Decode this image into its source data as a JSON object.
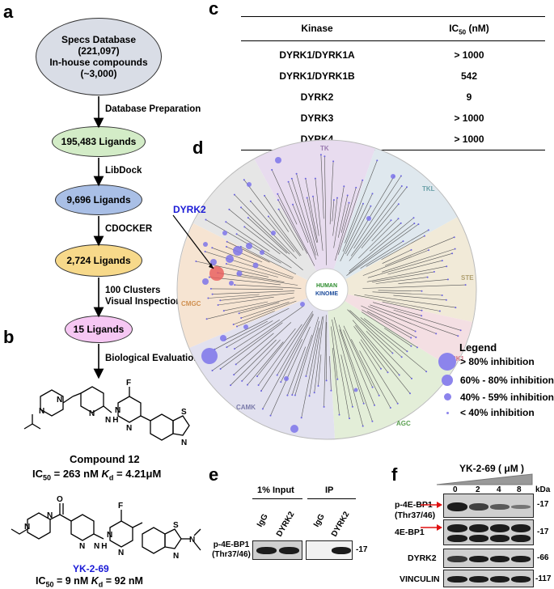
{
  "panels": {
    "a": "a",
    "b": "b",
    "c": "c",
    "d": "d",
    "e": "e",
    "f": "f"
  },
  "flow": {
    "nodes": [
      {
        "lines": [
          "Specs Database",
          "(221,097)",
          "In-house compounds",
          "(~3,000)"
        ],
        "color": "#d9dde6"
      },
      {
        "lines": [
          "195,483 Ligands"
        ],
        "color": "#d3ecc7"
      },
      {
        "lines": [
          "9,696 Ligands"
        ],
        "color": "#a9bfe6"
      },
      {
        "lines": [
          "2,724 Ligands"
        ],
        "color": "#f7d98a"
      },
      {
        "lines": [
          "15 Ligands"
        ],
        "color": "#f6c7f3"
      }
    ],
    "steps": [
      "Database Preparation",
      "LibDock",
      "CDOCKER",
      "100 Clusters",
      "Visual Inspection",
      "Biological Evaluation"
    ]
  },
  "compound12": {
    "name": "Compound 12",
    "atoms": {
      "f": "F",
      "n": "N",
      "nh": "N H",
      "s": "S"
    },
    "ic50_label": "IC",
    "ic50_sub": "50",
    "ic50_value": " = 263 nM ",
    "kd_k": "K",
    "kd_sub": "d",
    "kd_value": " = 4.21μM"
  },
  "yk": {
    "name": "YK-2-69",
    "atoms": {
      "o": "O",
      "f": "F",
      "n": "N",
      "nh": "N H",
      "s": "S"
    },
    "ic50_label": "IC",
    "ic50_sub": "50",
    "ic50_value": " = 9 nM ",
    "kd_k": "K",
    "kd_sub": "d",
    "kd_value": " = 92 nM"
  },
  "table": {
    "col1": "Kinase",
    "col2_main": "IC",
    "col2_sub": "50",
    "col2_unit": " (nM)",
    "rows": [
      {
        "kinase": "DYRK1/DYRK1A",
        "value": "> 1000"
      },
      {
        "kinase": "DYRK1/DYRK1B",
        "value": "542"
      },
      {
        "kinase": "DYRK2",
        "value": "9"
      },
      {
        "kinase": "DYRK3",
        "value": "> 1000"
      },
      {
        "kinase": "DYRK4",
        "value": "> 1000"
      }
    ]
  },
  "kinome": {
    "dyrk2_label": "DYRK2",
    "center_top": "HUMAN",
    "center_bottom": "KINOME",
    "group_labels": [
      "TK",
      "TKL",
      "STE",
      "CK1",
      "AGC",
      "CAMK",
      "CMGC"
    ],
    "legend_title": "Legend",
    "legend": [
      {
        "prefix": ">",
        "text": " 80% inhibition"
      },
      {
        "prefix": "",
        "text": "60% - 80% inhibition"
      },
      {
        "prefix": "",
        "text": "40% - 59% inhibition"
      },
      {
        "prefix": "<",
        "text": " 40% inhibition"
      }
    ]
  },
  "panel_e": {
    "input_label": "1% Input",
    "ip_label": "IP",
    "lanes": [
      "IgG",
      "DYRK2",
      "IgG",
      "DYRK2"
    ],
    "blot_label": "p-4E-BP1",
    "blot_label2": "(Thr37/46)",
    "marker": "-17"
  },
  "panel_f": {
    "treatment": "YK-2-69 ( μM )",
    "doses": [
      "0",
      "2",
      "4",
      "8"
    ],
    "kda": "kDa",
    "rows": [
      {
        "label": "p-4E-BP1",
        "label2": "(Thr37/46)",
        "marker": "-17"
      },
      {
        "label": "4E-BP1",
        "label2": "",
        "marker": "-17"
      },
      {
        "label": "DYRK2",
        "label2": "",
        "marker": "-66"
      },
      {
        "label": "VINCULIN",
        "label2": "",
        "marker": "-117"
      }
    ]
  },
  "colors": {
    "accent": "#1a1ad6",
    "arrow_red": "#e01010"
  }
}
